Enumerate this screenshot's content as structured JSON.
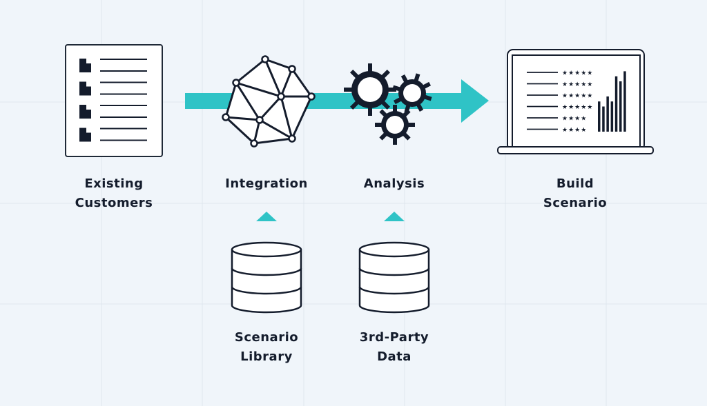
{
  "labels": {
    "existing_customers": [
      "Existing",
      "Customers"
    ],
    "integration": "Integration",
    "analysis": "Analysis",
    "build_scenario": [
      "Build",
      "Scenario"
    ],
    "scenario_library": [
      "Scenario",
      "Library"
    ],
    "third_party_data": [
      "3rd-Party",
      "Data"
    ]
  },
  "laptop_ratings": [
    "★★★★★",
    "★★★★★",
    "★★★★★",
    "★★★★★",
    "★★★★",
    "★★★★"
  ],
  "bar_chart_values": [
    6,
    5,
    7,
    6,
    11,
    10,
    12
  ],
  "colors": {
    "accent": "#2fc3c6",
    "ink": "#141c2c",
    "background": "#f0f5fa",
    "grid": "#dfe7ee"
  }
}
